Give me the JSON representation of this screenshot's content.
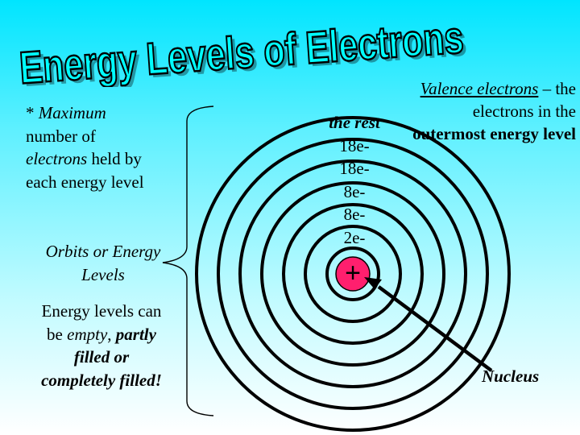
{
  "title": "Energy Levels of Electrons",
  "max_note": {
    "asterisk": "* ",
    "maximum": "Maximum",
    "number_of": "number of",
    "electrons": "electrons",
    "rest": "held by each energy level"
  },
  "orbits_label": "Orbits or Energy Levels",
  "energy_note": {
    "lead": "Energy levels can be ",
    "empty": "empty",
    "comma": ", ",
    "rest": "partly filled or completely filled!"
  },
  "valence_note": {
    "term": "Valence electrons",
    "dash": " – ",
    "rest": "the electrons in the ",
    "bold": "outermost energy level"
  },
  "shell_labels": [
    "the rest",
    "18e-",
    "18e-",
    "8e-",
    "8e-",
    "2e-"
  ],
  "nucleus_symbol": "+",
  "nucleus_label": "Nucleus",
  "colors": {
    "background_top": "#00e5ff",
    "title_fill": "#00ffff",
    "title_outline": "#000000",
    "nucleus_fill": "#ff1f6e",
    "ring_stroke": "#000000"
  }
}
